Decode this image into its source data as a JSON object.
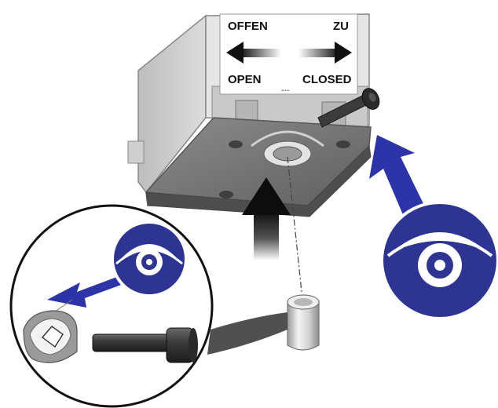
{
  "labels": {
    "offen": "OFFEN",
    "zu": "ZU",
    "open": "OPEN",
    "closed": "CLOSED"
  },
  "colors": {
    "eye_blue": "#2e3492",
    "arrow_blue": "#2c34a8",
    "housing_grey": "#d4d4d4",
    "base_grey": "#7a7a7a",
    "label_panel": "#ffffff",
    "screw_dark": "#3a3a3a",
    "sleeve_silver": "#dedede"
  },
  "icons": {
    "eye_small": "eye-icon",
    "eye_large": "eye-icon",
    "arrow_left": "left-arrow-icon",
    "arrow_right": "right-arrow-icon",
    "insert_arrow": "up-arrow-icon"
  }
}
